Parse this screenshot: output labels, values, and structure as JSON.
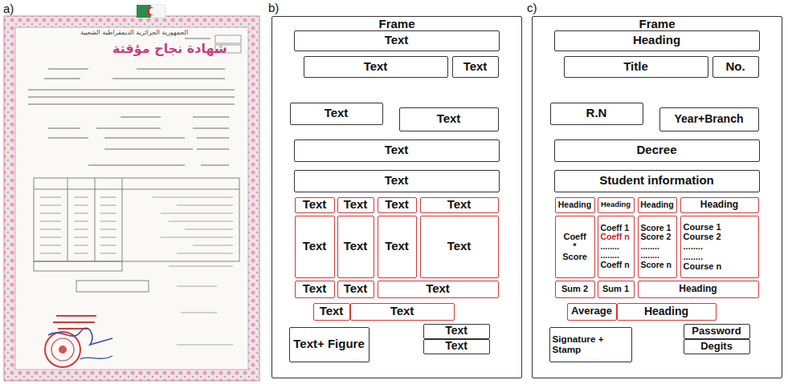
{
  "diagram": {
    "nodes": [
      {
        "text": [
          "Frame"
        ]
      },
      {
        "text": [
          "Text"
        ],
        "in": 0
      },
      {
        "text": [
          "Text"
        ],
        "in": 0
      },
      {
        "text": [
          "Text"
        ],
        "in": 0
      },
      {
        "text": [
          "Text"
        ],
        "in": 0
      },
      {
        "text": [
          "Text"
        ],
        "in": 0
      },
      {
        "text": [
          "Text"
        ],
        "in": 0
      },
      {
        "text": [
          "Text"
        ],
        "in": 0
      },
      {
        "text": [
          "Text"
        ],
        "in": 0
      },
      {
        "text": [
          "Text"
        ],
        "in": 0
      },
      {
        "text": [
          "Text"
        ],
        "in": 0
      },
      {
        "text": [
          "Text"
        ],
        "in": 0
      },
      {
        "text": [
          "Text"
        ],
        "in": 0
      },
      {
        "text": [
          "Text"
        ],
        "in": 0
      },
      {
        "text": [
          "Text"
        ],
        "in": 0
      },
      {
        "text": [
          "Text"
        ],
        "in": 0
      },
      {
        "text": [
          "Text"
        ],
        "in": 0
      },
      {
        "text": [
          "Text"
        ],
        "in": 0
      },
      {
        "text": [
          "Text"
        ],
        "in": 0
      },
      {
        "text": [
          "Text"
        ],
        "in": 0
      },
      {
        "text": [
          "Text"
        ],
        "in": 0
      },
      {
        "text": [
          "Text+ Figure"
        ],
        "in": 0
      },
      {
        "text": [
          "Text"
        ],
        "in": 0
      },
      {
        "text": [
          "Text"
        ],
        "in": 0
      },
      {
        "text": [
          "Frame"
        ]
      },
      {
        "text": [
          "Heading"
        ],
        "in": 24
      },
      {
        "text": [
          "Title"
        ],
        "in": 24
      },
      {
        "text": [
          "No."
        ],
        "in": 24
      },
      {
        "text": [
          "R.N"
        ],
        "in": 24
      },
      {
        "text": [
          "Year+Branch"
        ],
        "in": 24
      },
      {
        "text": [
          "Decree"
        ],
        "in": 24
      },
      {
        "text": [
          "Student information"
        ],
        "in": 24
      },
      {
        "text": [
          "Heading"
        ],
        "in": 24
      },
      {
        "text": [
          "Heading"
        ],
        "in": 24
      },
      {
        "text": [
          "Heading"
        ],
        "in": 24
      },
      {
        "text": [
          "Heading"
        ],
        "in": 24
      },
      {
        "text": [
          "Coeff",
          "*",
          "Score"
        ],
        "in": 24
      },
      {
        "text": [
          "Coeff 1",
          "Coeff n",
          "........",
          "........",
          "Coeff n"
        ],
        "in": 24
      },
      {
        "text": [
          "Score 1",
          "Score 2",
          "........",
          "........",
          "Score n"
        ],
        "in": 24
      },
      {
        "text": [
          "Course 1",
          "Course 2",
          "........",
          "........",
          "Course n"
        ],
        "in": 24
      },
      {
        "text": [
          "Sum 2"
        ],
        "in": 24
      },
      {
        "text": [
          "Sum 1"
        ],
        "in": 24
      },
      {
        "text": [
          "Heading"
        ],
        "in": 24
      },
      {
        "text": [
          "Average"
        ],
        "in": 24
      },
      {
        "text": [
          "Heading"
        ],
        "in": 24
      },
      {
        "text": [
          "Signature + Stamp"
        ],
        "in": 24
      },
      {
        "text": [
          "Password"
        ],
        "in": 24
      },
      {
        "text": [
          "Degits"
        ],
        "in": 24
      }
    ],
    "labels": [
      "a)",
      "b)",
      "c)",
      "الجمهورية الجزائرية الديمقراطية الشعبية",
      "شهادة نجاح مؤقتة"
    ]
  }
}
